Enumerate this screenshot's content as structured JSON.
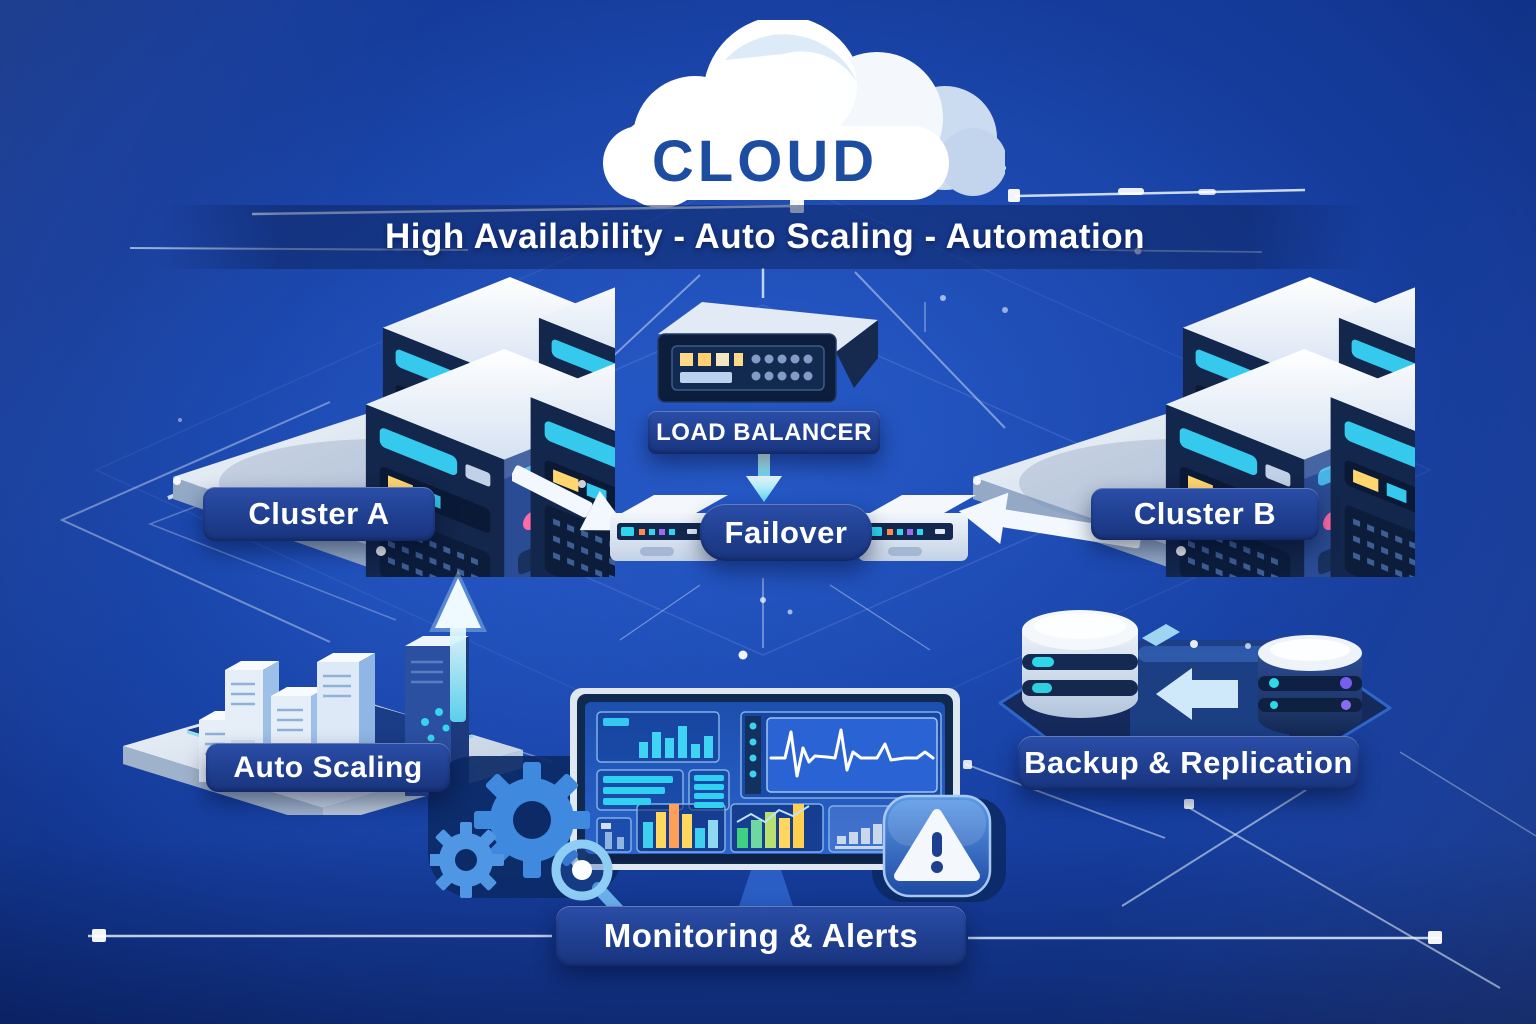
{
  "diagram": {
    "title": "CLOUD",
    "subtitle": "High Availability - Auto Scaling - Automation",
    "labels": {
      "load_balancer": "LOAD BALANCER",
      "failover": "Failover",
      "cluster_a": "Cluster A",
      "cluster_b": "Cluster B",
      "auto_scaling": "Auto Scaling",
      "backup_replication": "Backup & Replication",
      "monitoring_alerts": "Monitoring & Alerts"
    },
    "colors": {
      "background_center": "#1b49b2",
      "background_edge": "#092159",
      "label_pill": "#203f90",
      "title_text": "#1c4da0",
      "accent_cyan": "#2ed6ee",
      "beam_white": "#eaf6ff",
      "warning_fill": "#f4f8fd"
    }
  }
}
